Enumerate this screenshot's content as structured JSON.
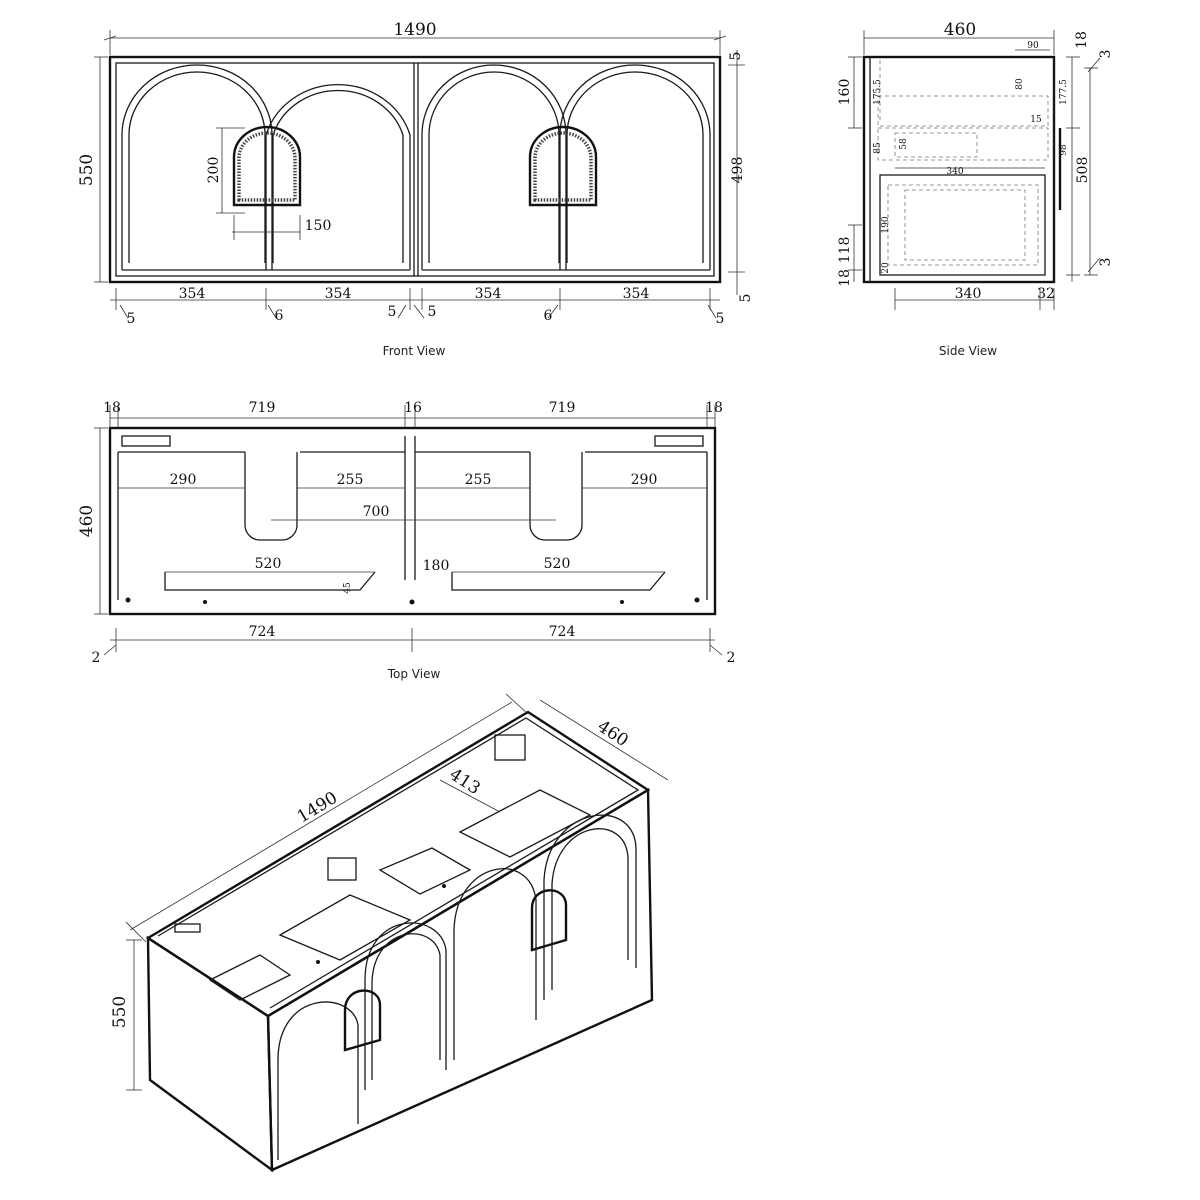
{
  "views": {
    "front": {
      "caption": "Front View",
      "width": "1490",
      "height": "550",
      "door_height": "498",
      "top_gap": "5",
      "bottom_gap": "5",
      "handle_height": "200",
      "handle_width": "150",
      "panel_widths": [
        "354",
        "354",
        "354",
        "354"
      ],
      "gaps": [
        "5",
        "6",
        "5",
        "5",
        "6",
        "5"
      ]
    },
    "side": {
      "caption": "Side View",
      "depth": "460",
      "upper": "160",
      "upper_inner": "175.5",
      "top": "18",
      "gap_top": "3",
      "v90": "90",
      "v80": "80",
      "v177": "177.5",
      "v15": "15",
      "v85": "85",
      "v58": "58",
      "v98": "98",
      "v508": "508",
      "v340_inner": "340",
      "v190": "190",
      "v118": "118",
      "v18_bottom": "18",
      "v20": "20",
      "gap_bottom": "3",
      "v340": "340",
      "v32": "32"
    },
    "top": {
      "caption": "Top View",
      "depth": "460",
      "widths": [
        "18",
        "719",
        "16",
        "719",
        "18"
      ],
      "cutouts": [
        "290",
        "255",
        "255",
        "290"
      ],
      "center": "700",
      "drawer_width_left": "520",
      "drawer_width_right": "520",
      "v180": "180",
      "v45": "45",
      "bottom": [
        "724",
        "724"
      ],
      "side_gaps": [
        "2",
        "2"
      ]
    },
    "iso": {
      "width": "1490",
      "depth": "460",
      "height": "550",
      "inner": "413"
    }
  }
}
